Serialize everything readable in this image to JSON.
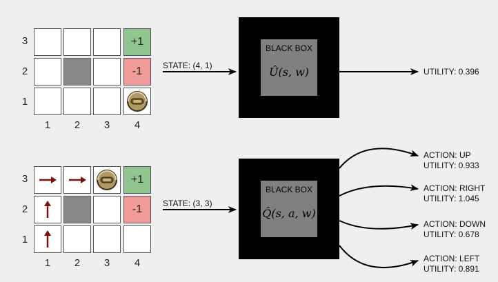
{
  "colors": {
    "background": "#efefef",
    "goal": "#92c48f",
    "pit": "#f19a9a",
    "wall": "#8a8a8a",
    "box": "#000000",
    "box_inner": "#808080",
    "policy_arrow": "#7a1010"
  },
  "top": {
    "grid": {
      "row_labels": [
        "3",
        "2",
        "1"
      ],
      "col_labels": [
        "1",
        "2",
        "3",
        "4"
      ],
      "goal_value": "+1",
      "pit_value": "-1",
      "agent_icon": "robot-agent-icon"
    },
    "state_label": "STATE: (4, 1)",
    "box": {
      "title": "BLACK BOX",
      "formula": "Û(s, w)"
    },
    "output": {
      "utility": "UTILITY: 0.396"
    }
  },
  "bottom": {
    "grid": {
      "row_labels": [
        "3",
        "2",
        "1"
      ],
      "col_labels": [
        "1",
        "2",
        "3",
        "4"
      ],
      "goal_value": "+1",
      "pit_value": "-1",
      "agent_icon": "robot-agent-icon",
      "policy_arrows": [
        "right",
        "right",
        "up",
        "up"
      ]
    },
    "state_label": "STATE: (3, 3)",
    "box": {
      "title": "BLACK BOX",
      "formula": "Q̂(s, a, w)"
    },
    "outputs": [
      {
        "action": "ACTION: UP",
        "utility": "UTILITY: 0.933"
      },
      {
        "action": "ACTION: RIGHT",
        "utility": "UTILITY: 1.045"
      },
      {
        "action": "ACTION: DOWN",
        "utility": "UTILITY: 0.678"
      },
      {
        "action": "ACTION: LEFT",
        "utility": "UTILITY: 0.891"
      }
    ]
  }
}
